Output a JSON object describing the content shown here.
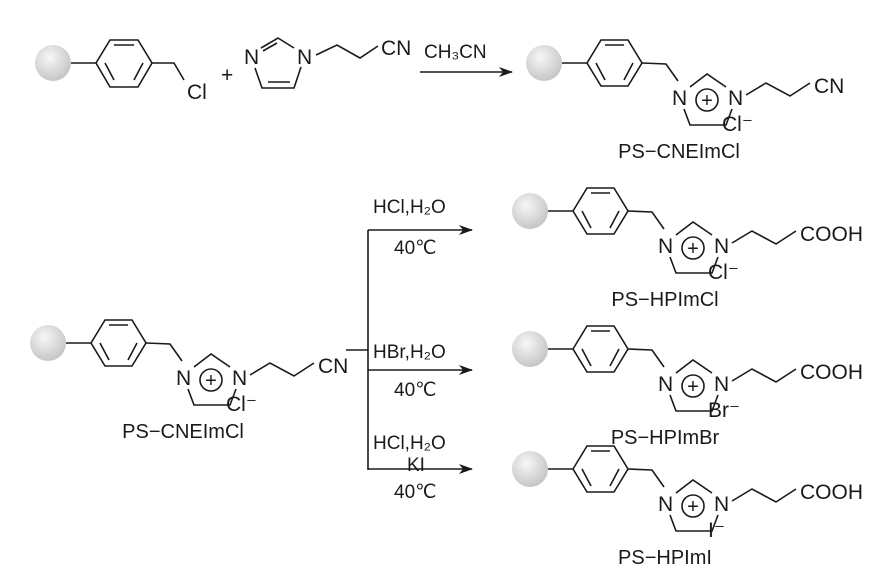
{
  "colors": {
    "ink": "#1a1a1a",
    "bead_light": "#f4f4f4",
    "bead_dark": "#c8c8c8"
  },
  "reaction1": {
    "reactant1_leaving_group": "Cl",
    "plus": "+",
    "reactant2_tail": "CN",
    "reagent": "CH₃CN",
    "product": {
      "tail": "CN",
      "anion": "Cl⁻",
      "name": "PS−CNEImCl"
    }
  },
  "reaction2": {
    "reactant": {
      "tail": "CN",
      "anion": "Cl⁻",
      "name": "PS−CNEImCl"
    },
    "branches": [
      {
        "reagent": "HCl,H₂O",
        "extra": "",
        "temperature": "40℃",
        "product": {
          "tail": "COOH",
          "anion": "Cl⁻",
          "name": "PS−HPImCl"
        }
      },
      {
        "reagent": "HBr,H₂O",
        "extra": "",
        "temperature": "40℃",
        "product": {
          "tail": "COOH",
          "anion": "Br⁻",
          "name": "PS−HPImBr"
        }
      },
      {
        "reagent": "HCl,H₂O",
        "extra": "KI",
        "temperature": "40℃",
        "product": {
          "tail": "COOH",
          "anion": "I⁻",
          "name": "PS−HPImI"
        }
      }
    ]
  },
  "atoms": {
    "nitrogen": "N",
    "plus_charge": "+"
  }
}
